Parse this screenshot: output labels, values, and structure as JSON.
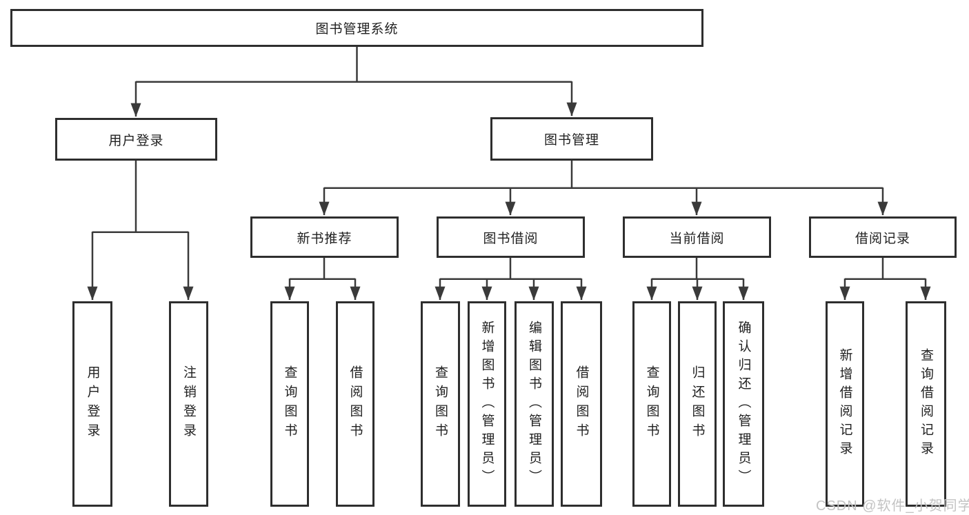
{
  "title": "图书管理系统",
  "watermark": "CSDN @软件_小贺同学",
  "colors": {
    "line": "#3a3a3a",
    "border": "#2e2e2e",
    "text": "#1f1f1f",
    "watermark_text": "#c3c3c3",
    "background": "#ffffff"
  },
  "tree": {
    "root": "图书管理系统",
    "user_login": {
      "label": "用户登录",
      "children": [
        "用户登录",
        "注销登录"
      ]
    },
    "book_manage": {
      "label": "图书管理"
    },
    "new_book_recommend": {
      "label": "新书推荐",
      "children": [
        "查询图书",
        "借阅图书"
      ]
    },
    "book_borrow": {
      "label": "图书借阅",
      "children": [
        "查询图书",
        "新增图书（管理员）",
        "编辑图书（管理员）",
        "借阅图书"
      ]
    },
    "current_borrow": {
      "label": "当前借阅",
      "children": [
        "查询图书",
        "归还图书",
        "确认归还（管理员）"
      ]
    },
    "borrow_record": {
      "label": "借阅记录",
      "children": [
        "新增借阅记录",
        "查询借阅记录"
      ]
    }
  }
}
